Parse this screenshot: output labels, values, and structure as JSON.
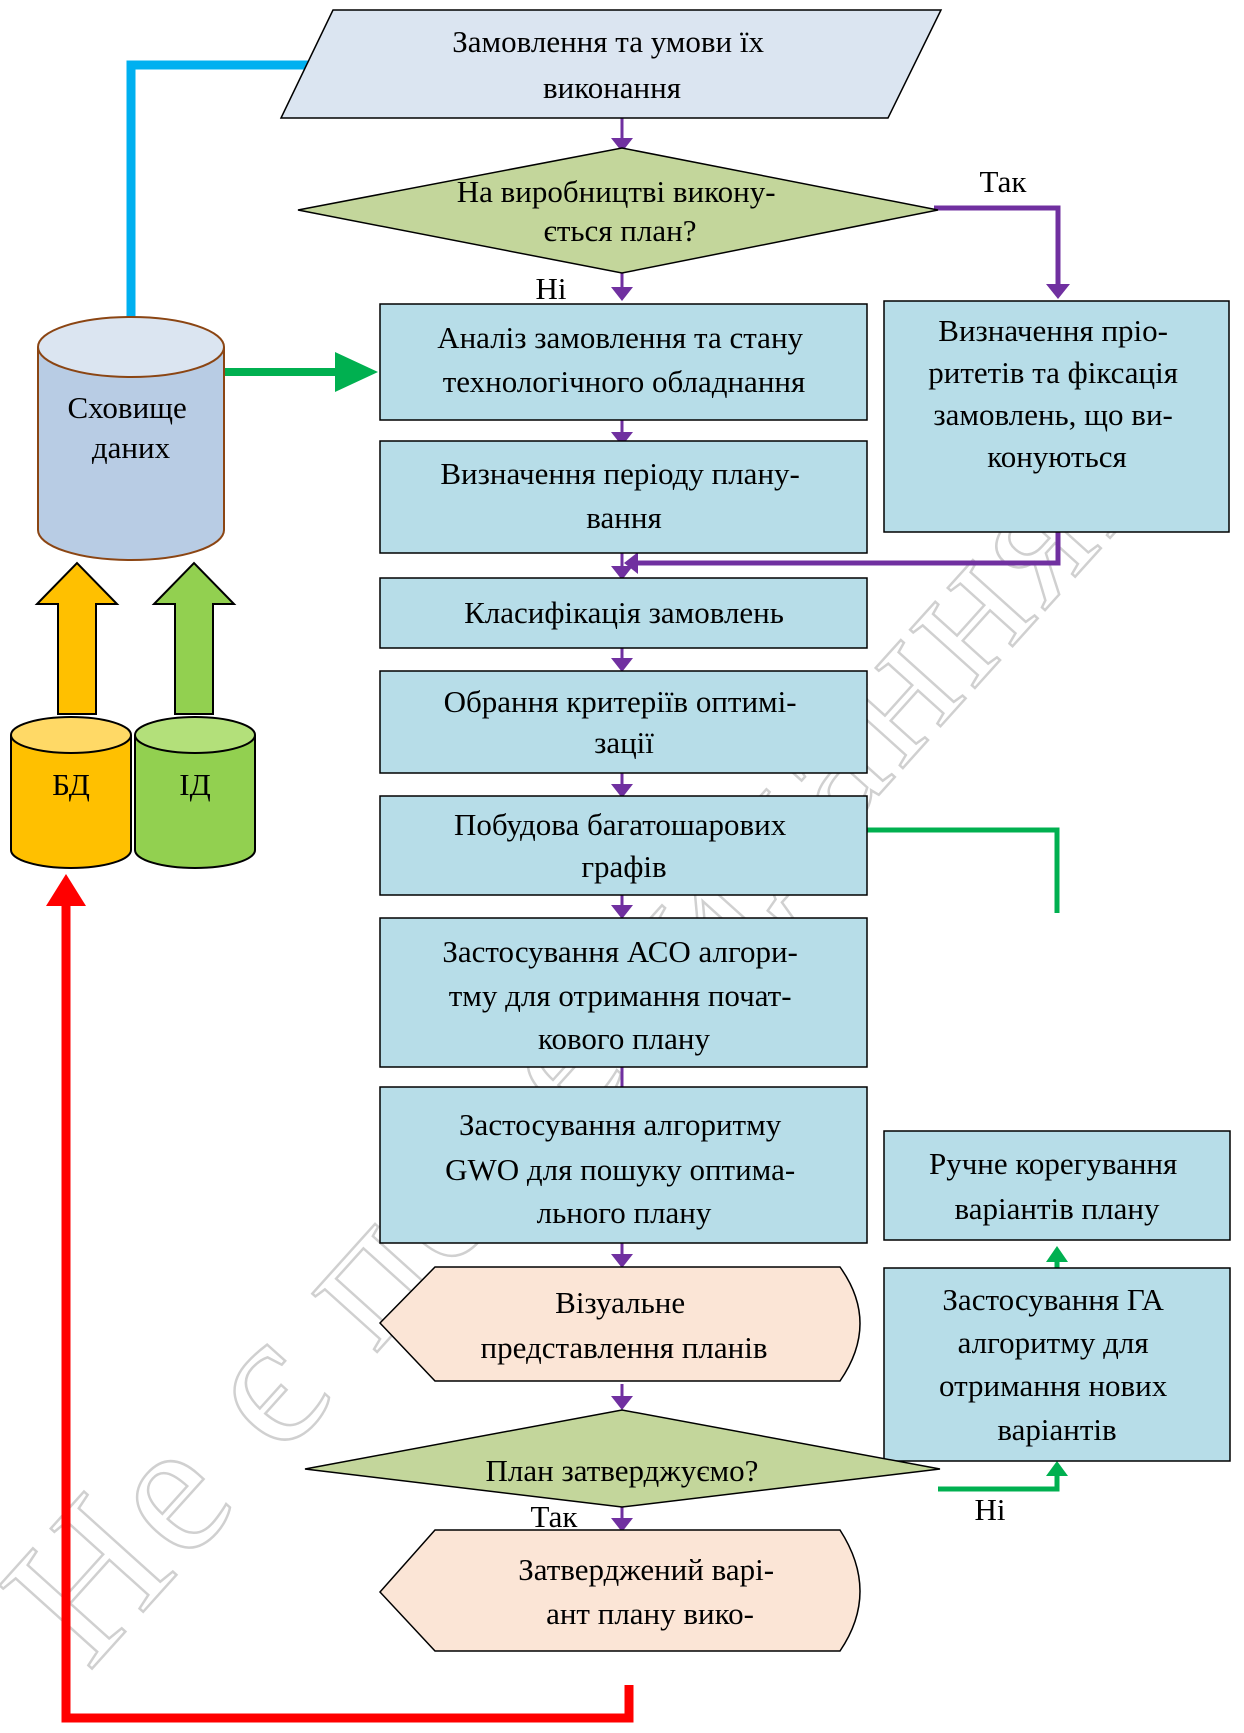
{
  "watermark": "Не є перевиданням",
  "colors": {
    "process_fill": "#b7dde8",
    "decision_fill": "#c3d69b",
    "io_fill": "#dbe5f1",
    "display_fill": "#fbe5d6",
    "storage_fill": "#b8cce4",
    "db_fill": "#ffc000",
    "id_fill": "#92d050",
    "flow_main": "#7030a0",
    "flow_blue": "#00b0f0",
    "flow_green": "#00b050",
    "flow_red": "#ff0000"
  },
  "nodes": {
    "orders": {
      "lines": [
        "Замовлення та умови їх",
        "виконання"
      ]
    },
    "plan_running": {
      "lines": [
        "На виробництві викону-",
        "ється план?"
      ]
    },
    "analysis": {
      "lines": [
        "Аналіз замовлення та стану",
        "технологічного обладнання"
      ]
    },
    "priorities": {
      "lines": [
        "Визначення пріо-",
        "ритетів та фіксація",
        "замовлень, що ви-",
        "конуються"
      ]
    },
    "period": {
      "lines": [
        "Визначення періоду плану-",
        "вання"
      ]
    },
    "classification": {
      "lines": [
        "Класифікація замовлень"
      ]
    },
    "criteria": {
      "lines": [
        "Обрання критеріїв оптимі-",
        "зації"
      ]
    },
    "graphs": {
      "lines": [
        "Побудова багатошарових",
        "графів"
      ]
    },
    "aco": {
      "lines": [
        "Застосування АСО алгори-",
        "тму для отримання почат-",
        "кового плану"
      ]
    },
    "gwo": {
      "lines": [
        "Застосування алгоритму",
        "GWO для пошуку оптима-",
        "льного плану"
      ]
    },
    "manual": {
      "lines": [
        "Ручне корегування",
        "варіантів плану"
      ]
    },
    "ga": {
      "lines": [
        "Застосування ГА",
        "алгоритму для",
        "отримання нових",
        "варіантів"
      ]
    },
    "visual": {
      "lines": [
        "Візуальне",
        "представлення планів"
      ]
    },
    "approve": {
      "lines": [
        "План затверджуємо?"
      ]
    },
    "approved": {
      "lines": [
        "Затверджений варі-",
        "ант плану вико-"
      ]
    },
    "storage": {
      "lines": [
        "Сховище",
        "даних"
      ]
    },
    "db": {
      "lines": [
        "БД"
      ]
    },
    "id": {
      "lines": [
        "ІД"
      ]
    }
  },
  "edge_labels": {
    "yes_top": "Так",
    "no_top": "Ні",
    "no_bottom": "Ні",
    "yes_bottom": "Так"
  }
}
